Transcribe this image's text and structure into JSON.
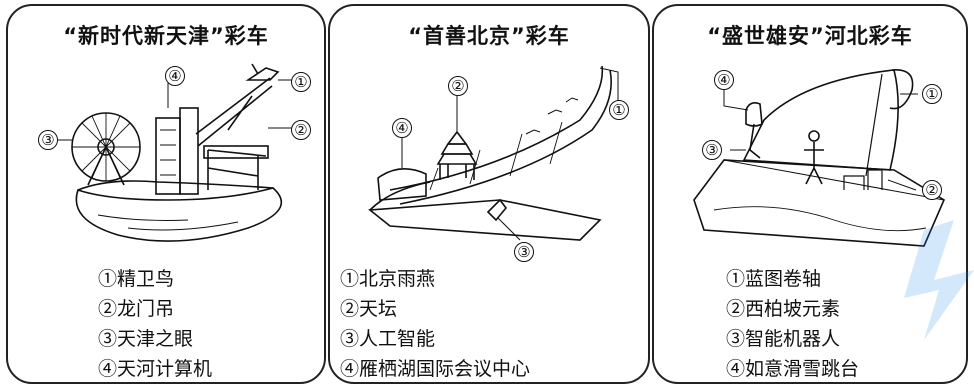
{
  "panels": [
    {
      "title": "“新时代新天津”彩车",
      "items": [
        "①精卫鸟",
        "②龙门吊",
        "③天津之眼",
        "④天河计算机"
      ],
      "callouts": [
        "①",
        "②",
        "③",
        "④"
      ]
    },
    {
      "title": "“首善北京”彩车",
      "items": [
        "①北京雨燕",
        "②天坛",
        "③人工智能",
        "④雁栖湖国际会议中心"
      ],
      "callouts": [
        "①",
        "②",
        "③",
        "④"
      ]
    },
    {
      "title": "“盛世雄安”河北彩车",
      "items": [
        "①蓝图卷轴",
        "②西柏坡元素",
        "③智能机器人",
        "④如意滑雪跳台"
      ],
      "callouts": [
        "①",
        "②",
        "③",
        "④"
      ]
    }
  ],
  "colors": {
    "ink": "#111111",
    "border": "#222222",
    "watermark": "#1e88e5"
  }
}
